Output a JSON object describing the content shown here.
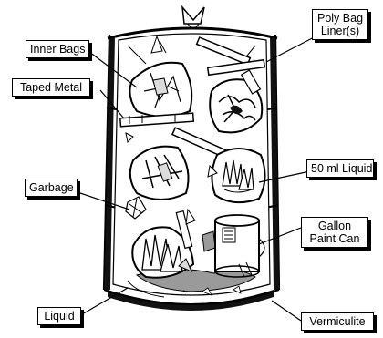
{
  "diagram": {
    "labels": {
      "inner_bags": "Inner Bags",
      "taped_metal": "Taped Metal",
      "garbage": "Garbage",
      "liquid": "Liquid",
      "poly_bag_liner_line1": "Poly Bag",
      "poly_bag_liner_line2": "Liner(s)",
      "fifty_ml_liquid": "50 ml Liquid",
      "gallon_paint_can_line1": "Gallon",
      "gallon_paint_can_line2": "Paint Can",
      "vermiculite": "Vermiculite"
    },
    "colors": {
      "outline": "#000000",
      "drum_band": "#111111",
      "background": "#ffffff",
      "shading": "#9a9a9a",
      "light_fill": "#dcdcdc"
    }
  }
}
